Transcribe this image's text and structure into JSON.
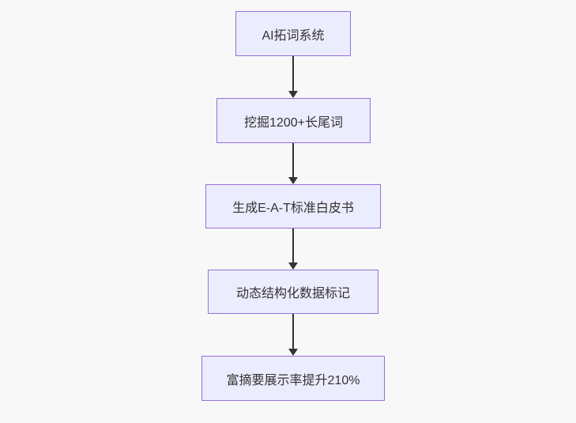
{
  "diagram": {
    "type": "flowchart",
    "direction": "top-down",
    "colors": {
      "page_bg": "#f8f8f8",
      "node_fill": "#ECECFF",
      "node_border": "#9370DB",
      "text_color": "#333333",
      "arrow_color": "#333333"
    },
    "nodes": [
      {
        "id": "A",
        "label": "AI拓词系统"
      },
      {
        "id": "B",
        "label": "挖掘1200+长尾词"
      },
      {
        "id": "C",
        "label": "生成E-A-T标准白皮书"
      },
      {
        "id": "D",
        "label": "动态结构化数据标记"
      },
      {
        "id": "E",
        "label": "富摘要展示率提升210%"
      }
    ],
    "edges": [
      {
        "from": "A",
        "to": "B",
        "style": "arrow-down"
      },
      {
        "from": "B",
        "to": "C",
        "style": "arrow-down"
      },
      {
        "from": "C",
        "to": "D",
        "style": "arrow-down"
      },
      {
        "from": "D",
        "to": "E",
        "style": "arrow-down"
      }
    ]
  }
}
